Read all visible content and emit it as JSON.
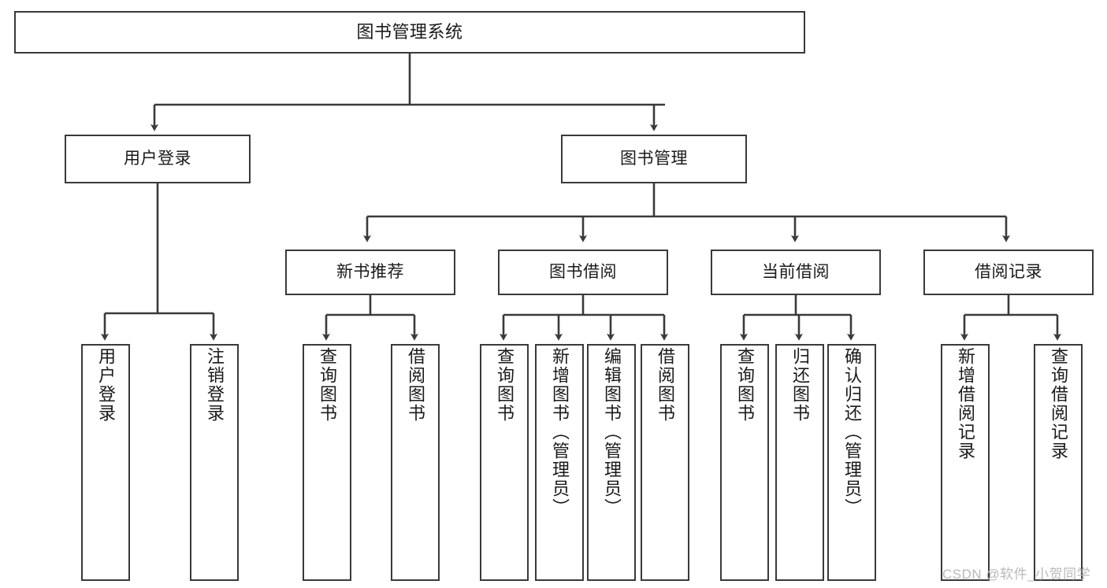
{
  "diagram": {
    "title": "图书管理系统",
    "watermark": "CSDN @软件_小贺同学",
    "line_color": "#3a3a3a",
    "box_fill": "#ffffff",
    "text_color": "#1a1a1a",
    "watermark_color": "#b9b9b9",
    "nodes": {
      "root": "图书管理系统",
      "level1": {
        "user_login": "用户登录",
        "book_manage": "图书管理"
      },
      "level2": {
        "new_book_recommend": "新书推荐",
        "book_borrow": "图书借阅",
        "current_borrow": "当前借阅",
        "borrow_record": "借阅记录"
      },
      "leaves": {
        "user_login_children": [
          "用户登录",
          "注销登录"
        ],
        "new_book_recommend_children": [
          "查询图书",
          "借阅图书"
        ],
        "book_borrow_children": [
          "查询图书",
          "新增图书（管理员）",
          "编辑图书（管理员）",
          "借阅图书"
        ],
        "current_borrow_children": [
          "查询图书",
          "归还图书",
          "确认归还（管理员）"
        ],
        "borrow_record_children": [
          "新增借阅记录",
          "查询借阅记录"
        ]
      }
    }
  }
}
